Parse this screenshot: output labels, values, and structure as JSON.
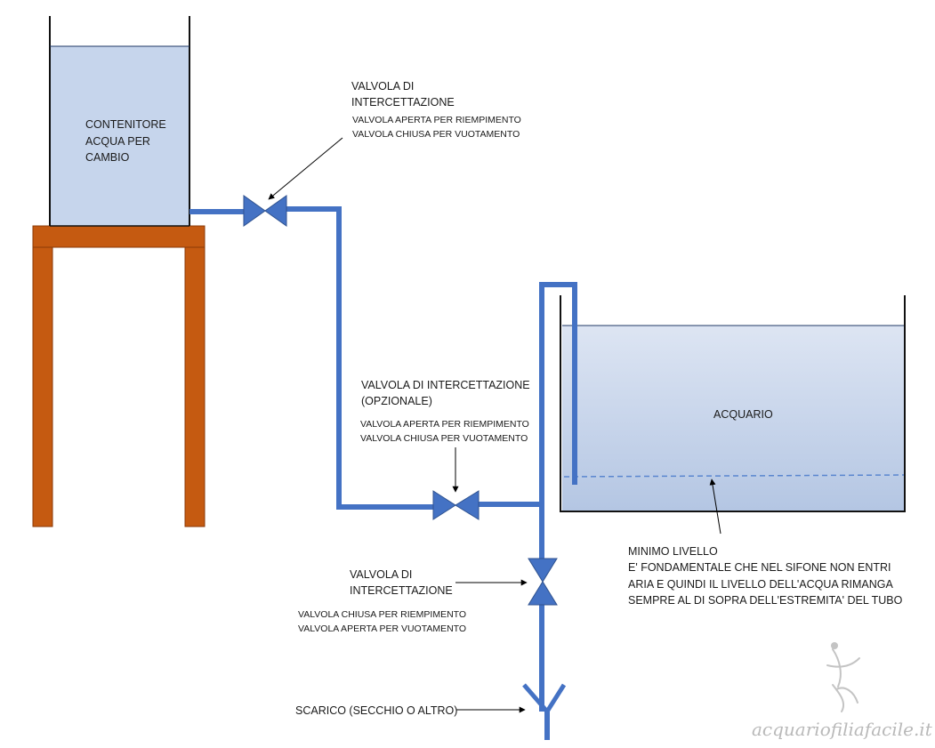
{
  "container_label": [
    "CONTENITORE",
    "ACQUA  PER",
    "CAMBIO"
  ],
  "valve_top": {
    "title": [
      "VALVOLA DI",
      "INTERCETTAZIONE"
    ],
    "notes": [
      "VALVOLA  APERTA PER RIEMPIMENTO",
      "VALVOLA  CHIUSA PER VUOTAMENTO"
    ]
  },
  "valve_mid": {
    "title": [
      "VALVOLA DI INTERCETTAZIONE",
      "(OPZIONALE)"
    ],
    "notes": [
      "VALVOLA APERTA PER RIEMPIMENTO",
      "VALVOLA CHIUSA PER VUOTAMENTO"
    ]
  },
  "valve_bottom": {
    "title": [
      "VALVOLA DI",
      "INTERCETTAZIONE"
    ],
    "notes": [
      "VALVOLA  CHIUSA PER RIEMPIMENTO",
      "VALVOLA  APERTA PER VUOTAMENTO"
    ]
  },
  "aquarium_label": "ACQUARIO",
  "min_level": [
    "MINIMO LIVELLO",
    "E' FONDAMENTALE CHE NEL SIFONE NON ENTRI",
    "ARIA E QUINDI IL LIVELLO DELL'ACQUA RIMANGA",
    "SEMPRE AL DI SOPRA DELL'ESTREMITA'  DEL TUBO"
  ],
  "drain_label": "SCARICO (SECCHIO O ALTRO)",
  "watermark": "acquariofiliafacile.it",
  "colors": {
    "pipe": "#4472c4",
    "valve": "#4472c4",
    "container_water": "#c6d5ec",
    "stand": "#c55a11",
    "aquarium_water_top": "#d6dff0",
    "aquarium_water_bottom": "#b7c8e4",
    "min_level_line": "#5a86cf"
  }
}
